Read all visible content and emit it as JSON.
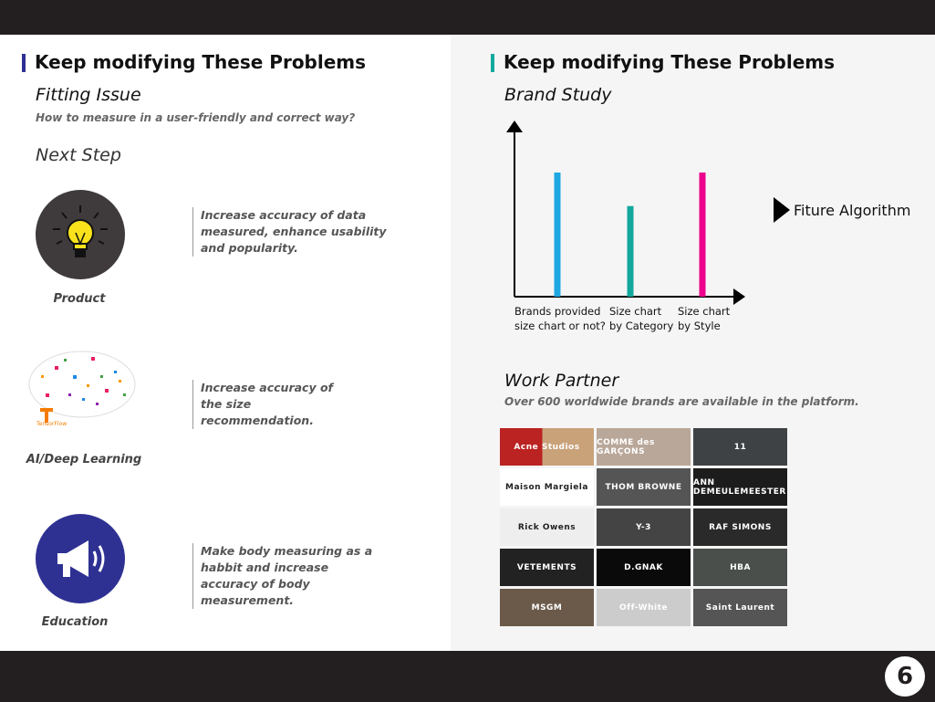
{
  "left": {
    "title": "Keep modifying These Problems",
    "accent": "#2e3192",
    "section": "Fitting Issue",
    "subtitle": "How to measure in a user-friendly and correct way?",
    "next_step": "Next Step",
    "items": [
      {
        "caption": "Product",
        "icon": "lightbulb-icon",
        "desc": "Increase accuracy of data measured, enhance usability and popularity."
      },
      {
        "caption": "AI/Deep Learning",
        "icon": "neural-brain-icon",
        "logo": "TensorFlow",
        "desc": "Increase accuracy of the size recommendation."
      },
      {
        "caption": "Education",
        "icon": "megaphone-icon",
        "desc": "Make body measuring as a habbit and increase accuracy of body measurement."
      }
    ]
  },
  "right": {
    "title": "Keep modifying These Problems",
    "accent": "#13a89e",
    "section": "Brand Study",
    "future_label": "Fiture Algorithm",
    "partner_title": "Work Partner",
    "partner_sub": "Over 600 worldwide brands are available in the platform.",
    "brands": [
      "Acne Studios",
      "COMME des GARÇONS",
      "11",
      "Maison Margiela",
      "THOM BROWNE",
      "ANN DEMEULEMEESTER",
      "Rick Owens",
      "Y-3",
      "RAF SIMONS",
      "VETEMENTS",
      "D.GNAK",
      "HBA",
      "MSGM",
      "Off-White",
      "Saint Laurent"
    ]
  },
  "chart_data": {
    "type": "bar",
    "categories": [
      "Brands provided size chart or not?",
      "Size chart by Category",
      "Size chart by Style"
    ],
    "category_lines": [
      [
        "Brands provided",
        "size chart or not?"
      ],
      [
        "Size chart",
        "by Category"
      ],
      [
        "Size chart",
        "by Style"
      ]
    ],
    "values": [
      1.0,
      0.73,
      1.0
    ],
    "colors": [
      "#1ea7e1",
      "#13a89e",
      "#ec008c"
    ],
    "title": "Brand Study",
    "xlabel": "",
    "ylabel": ""
  },
  "page_number": "6"
}
